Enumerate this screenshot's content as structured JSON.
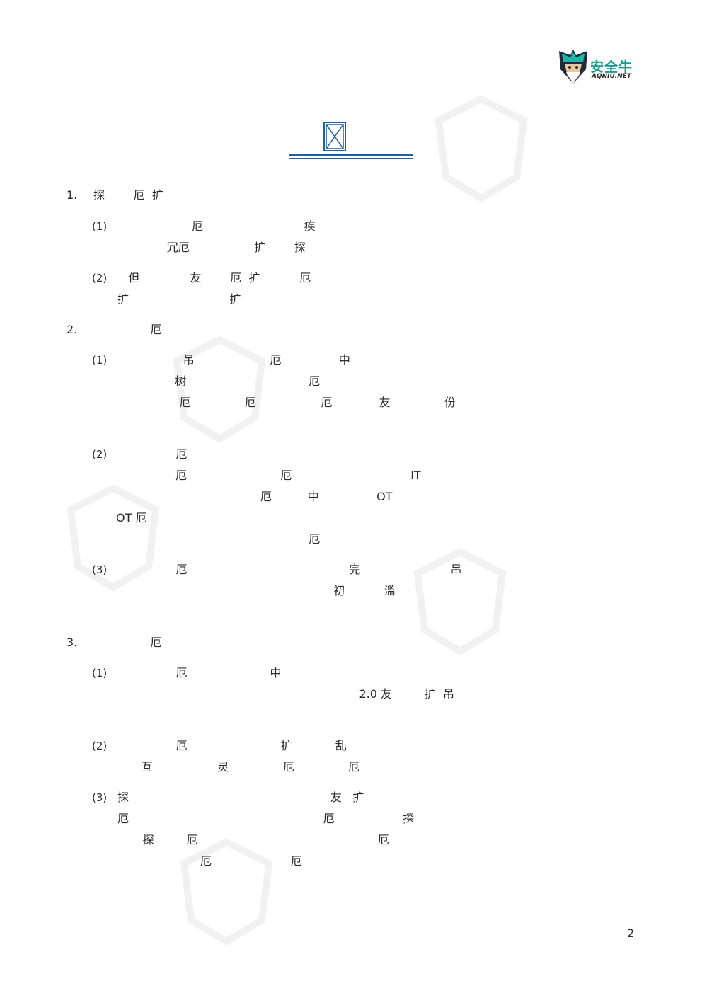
{
  "logo": {
    "name": "安全牛",
    "sub": "AQNIU.NET"
  },
  "title": "",
  "sections": [
    {
      "num": "1.",
      "heading": "探        厄  扩",
      "items": [
        {
          "num": "(1)",
          "lines": [
            "              厄                            疾                        ",
            "       冗厄                  扩        探        "
          ]
        },
        {
          "num": "(2)",
          "lines": [
            "   但              友        厄  扩           厄                           ",
            "扩                            扩"
          ]
        }
      ]
    },
    {
      "num": "2.",
      "heading": "      厄                 ",
      "items": [
        {
          "num": "(1)",
          "lines": [
            "        吊                     厄                中                         ",
            "                树                                  厄                      ",
            "       厄               厄                  厄             友               份",
            "                                                       "
          ]
        },
        {
          "num": "(2)",
          "lines": [
            "      厄                                                                     ",
            "             厄                          厄                                 IT ",
            "                                 厄          中                OT                ",
            "OT 厄                                                                   ",
            "                                                  厄         "
          ]
        },
        {
          "num": "(3)",
          "lines": [
            "      厄                                             完                         吊",
            "                                                            初           滥        ",
            "                                                                   "
          ]
        }
      ]
    },
    {
      "num": "3.",
      "heading": "      厄        ",
      "items": [
        {
          "num": "(1)",
          "lines": [
            "      厄                       中                                               ",
            "                                                                2.0 友         扩  吊  "
          ]
        },
        {
          "num": "(2)",
          "lines": [
            "      厄                          扩            乱                          ",
            "互                  灵               厄               厄        "
          ]
        },
        {
          "num": "(3)",
          "lines": [
            "探                                                        友   扩                    ",
            "厄                                                      厄                   探",
            "       探         厄                                                  厄              ",
            "                       厄                      厄                            "
          ]
        }
      ]
    }
  ],
  "page_number": "2"
}
